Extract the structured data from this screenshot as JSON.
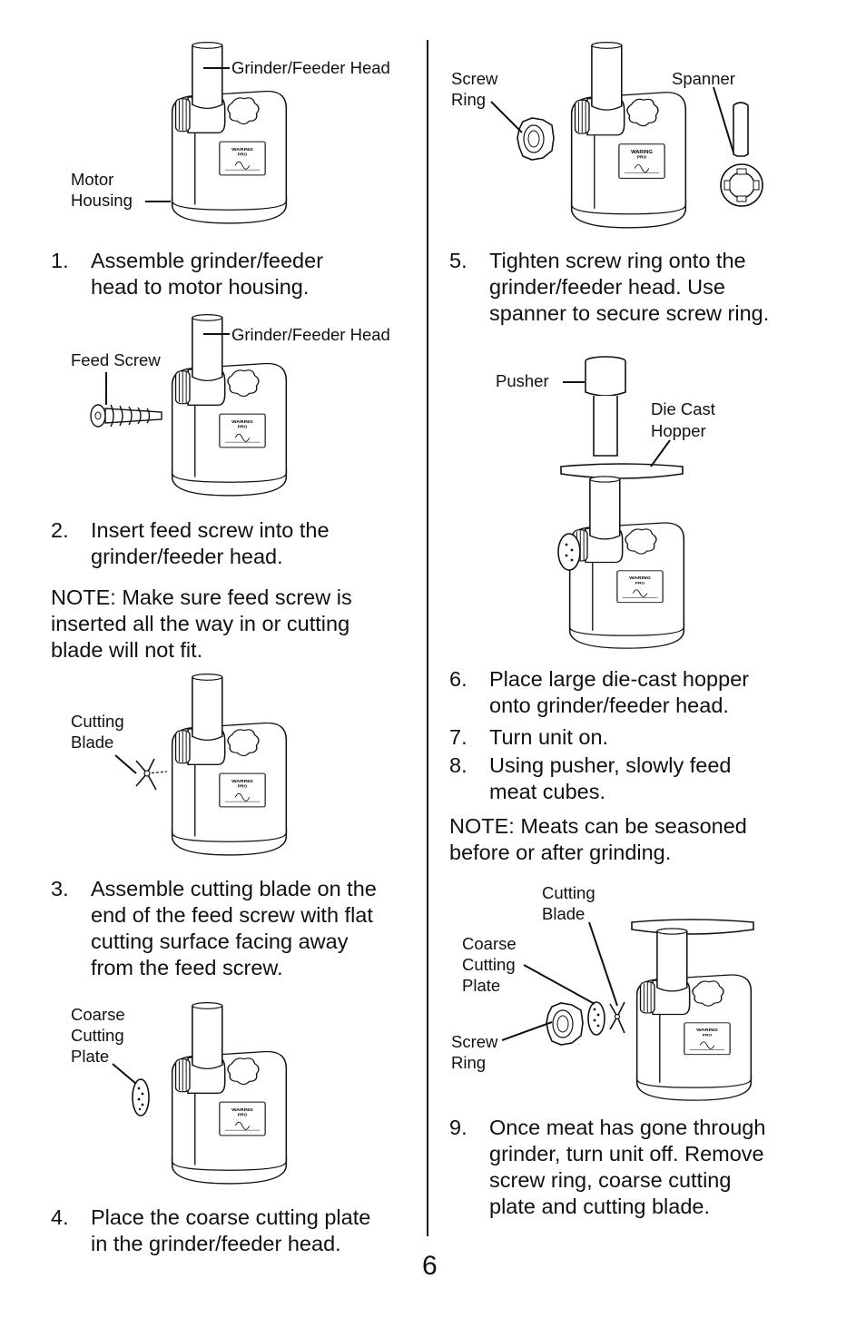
{
  "page_number": "6",
  "left_column": {
    "fig1": {
      "grinder_head_label": "Grinder/Feeder Head",
      "motor_housing_label": [
        "Motor",
        "Housing"
      ]
    },
    "step1": {
      "num": "1.",
      "lines": [
        "Assemble grinder/feeder",
        "head to motor housing."
      ]
    },
    "fig2": {
      "grinder_head_label": "Grinder/Feeder Head",
      "feed_screw_label": "Feed Screw"
    },
    "step2": {
      "num": "2.",
      "lines": [
        "Insert feed screw into the",
        "grinder/feeder head."
      ]
    },
    "note1": {
      "lines": [
        "NOTE: Make sure feed screw is",
        "inserted all the way in or cutting",
        "blade will not fit."
      ]
    },
    "fig3": {
      "cutting_blade_label": [
        "Cutting",
        "Blade"
      ]
    },
    "step3": {
      "num": "3.",
      "lines": [
        "Assemble cutting blade on the",
        "end of the feed screw with flat",
        "cutting surface facing away",
        "from the feed screw."
      ]
    },
    "fig4": {
      "coarse_plate_label": [
        "Coarse",
        "Cutting",
        "Plate"
      ]
    },
    "step4": {
      "num": "4.",
      "lines": [
        "Place the coarse cutting plate",
        "in the grinder/feeder head."
      ]
    }
  },
  "right_column": {
    "fig5": {
      "screw_ring_label": [
        "Screw",
        "Ring"
      ],
      "spanner_label": "Spanner"
    },
    "step5": {
      "num": "5.",
      "lines": [
        "Tighten screw ring onto the",
        "grinder/feeder head. Use",
        "spanner to secure screw ring."
      ]
    },
    "fig6": {
      "pusher_label": "Pusher",
      "hopper_label": [
        "Die Cast",
        "Hopper"
      ]
    },
    "step6": {
      "num": "6.",
      "lines": [
        "Place large die-cast hopper",
        "onto grinder/feeder head."
      ]
    },
    "step7": {
      "num": "7.",
      "lines": [
        "Turn unit on."
      ]
    },
    "step8": {
      "num": "8.",
      "lines": [
        "Using pusher, slowly feed",
        "meat cubes."
      ]
    },
    "note2": {
      "lines": [
        "NOTE: Meats can be seasoned",
        "before or after grinding."
      ]
    },
    "fig7": {
      "cutting_blade_label": [
        "Cutting",
        "Blade"
      ],
      "coarse_plate_label": [
        "Coarse",
        "Cutting",
        "Plate"
      ],
      "screw_ring_label": [
        "Screw",
        "Ring"
      ]
    },
    "step9": {
      "num": "9.",
      "lines": [
        "Once meat has gone through",
        "grinder, turn unit off. Remove",
        "screw ring, coarse cutting",
        "plate and cutting blade."
      ]
    }
  }
}
